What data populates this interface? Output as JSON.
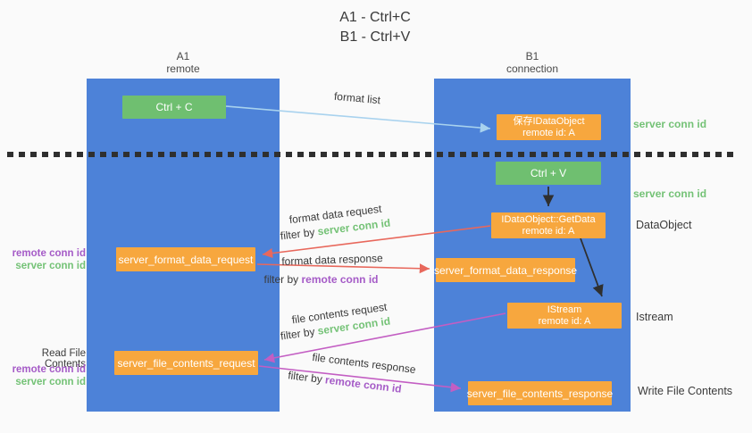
{
  "title": {
    "line1": "A1 - Ctrl+C",
    "line2": "B1 - Ctrl+V"
  },
  "lifelines": {
    "a1": {
      "name": "A1",
      "role": "remote"
    },
    "b1": {
      "name": "B1",
      "role": "connection"
    }
  },
  "nodes": {
    "ctrl_c": {
      "label": "Ctrl + C"
    },
    "ctrl_v": {
      "label": "Ctrl + V"
    },
    "save_idataobject": {
      "line1": "保存IDataObject",
      "line2": "remote id: A"
    },
    "idataobject_getdata": {
      "line1": "IDataObject::GetData",
      "line2": "remote id: A"
    },
    "istream": {
      "line1": "IStream",
      "line2": "remote id: A"
    },
    "server_format_data_request": {
      "label": "server_format_data_request"
    },
    "server_format_data_response": {
      "label": "server_format_data_response"
    },
    "server_file_contents_request": {
      "label": "server_file_contents_request"
    },
    "server_file_contents_response": {
      "label": "server_file_contents_response"
    }
  },
  "flow_labels": {
    "format_list": "format list",
    "format_data_request": {
      "title": "format data request",
      "filter_prefix": "filter by ",
      "filter_key": "server conn id"
    },
    "format_data_response": {
      "title": "format data response",
      "filter_prefix": "filter by ",
      "filter_key": "remote conn id"
    },
    "file_contents_request": {
      "title": "file contents request",
      "filter_prefix": "filter by ",
      "filter_key": "server conn id"
    },
    "file_contents_response": {
      "title": "file contents response",
      "filter_prefix": "filter by ",
      "filter_key": "remote conn id"
    }
  },
  "side_labels": {
    "right_top_server_conn": "server conn id",
    "right_mid_server_conn": "server conn id",
    "dataobject": "DataObject",
    "istream": "Istream",
    "write_file_contents": "Write File Contents",
    "read_file_contents": "Read File Contents",
    "left_top": {
      "remote": "remote conn id",
      "server": "server conn id"
    },
    "left_bottom": {
      "remote": "remote conn id",
      "server": "server conn id"
    }
  },
  "colors": {
    "lifeline_blue": "#4d82d8",
    "action_green": "#6fbf70",
    "message_orange": "#f7a73e",
    "arrow_red": "#e8685c",
    "arrow_magenta": "#c35ec3",
    "arrow_blue": "#a8d2ee",
    "arrow_black": "#2f2f2f",
    "text_green": "#74c276",
    "text_purple": "#a55bc7",
    "text_dark": "#3a3a3a"
  }
}
